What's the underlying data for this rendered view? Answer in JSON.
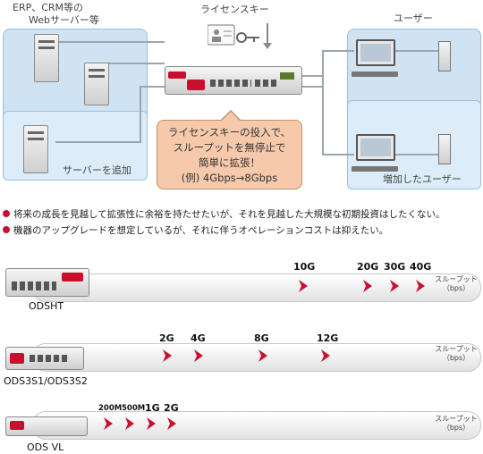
{
  "diagram": {
    "servers_label_line1": "ERP、CRM等の",
    "servers_label_line2": "Webサーバー等",
    "license_key_label": "ライセンスキー",
    "users_label": "ユーザー",
    "added_server_label": "サーバーを追加",
    "added_users_label": "増加したユーザー",
    "callout": {
      "line1": "ライセンスキーの投入で、",
      "line2": "スループットを無停止で",
      "line3": "簡単に拡張！",
      "line4": "(例) 4Gbps→8Gbps"
    },
    "zone_color": "#cfe3f3",
    "callout_color": "#f6c9ab",
    "accent_red": "#c8102e"
  },
  "bullets": [
    "将来の成長を見越して拡張性に余裕を持たせたいが、それを見越した大規模な初期投資はしたくない。",
    "機器のアップグレードを想定しているが、それに伴うオペレーションコストは抑えたい。"
  ],
  "throughput_label_line1": "スループット",
  "throughput_label_line2": "（bps）",
  "models": [
    {
      "name": "ODSHT",
      "speeds": [
        "10G",
        "20G",
        "30G",
        "40G"
      ]
    },
    {
      "name": "ODS3S1/ODS3S2",
      "speeds": [
        "2G",
        "4G",
        "8G",
        "12G"
      ]
    },
    {
      "name": "ODS VL",
      "speeds": [
        "200M",
        "500M",
        "1G",
        "2G"
      ]
    }
  ]
}
